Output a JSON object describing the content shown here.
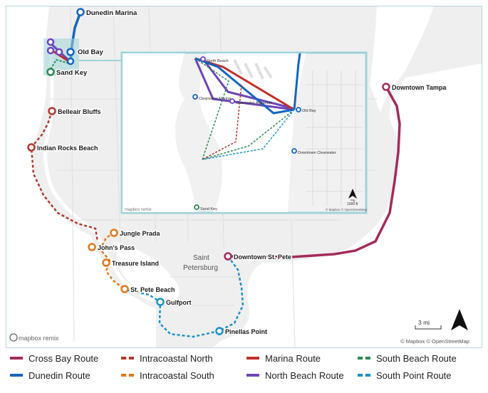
{
  "colors": {
    "cross_bay": "#a52a5c",
    "intracoastal_north": "#b0392f",
    "intracoastal_south": "#e07a1f",
    "marina": "#c0302b",
    "dunedin": "#1565c0",
    "north_beach": "#6e45b8",
    "south_beach": "#2e8b57",
    "south_point": "#1e90c8",
    "water": "#ffffff",
    "land": "#efefef",
    "inset_border": "#9fd3d8"
  },
  "stops": {
    "dunedin_marina": "Dunedin Marina",
    "old_bay": "Old Bay",
    "sand_key": "Sand Key",
    "belleair_bluffs": "Belleair Bluffs",
    "indian_rocks_beach": "Indian Rocks Beach",
    "jungle_prada": "Jungle Prada",
    "johns_pass": "John's Pass",
    "treasure_island": "Treasure Island",
    "st_pete_beach": "St. Pete Beach",
    "gulfport": "Gulfport",
    "pinellas_point": "Pinellas Point",
    "downtown_st_pete": "Downtown St. Pete",
    "downtown_tampa": "Downtown Tampa"
  },
  "city_label": {
    "line1": "Saint",
    "line2": "Petersburg"
  },
  "inset": {
    "north_beach": "North Beach",
    "clearwater_marina": "Clearwater Marina",
    "clearwater_aquarium": "Clearwater Aquarium",
    "old_bay": "Old Bay",
    "downtown_clearwater": "Downtown Clearwater",
    "sand_key": "Sand Key",
    "scale": "1000 ft",
    "attribution": "© Mapbox © OpenStreetMap",
    "logo": "mapbox remix"
  },
  "map_footer": {
    "scale": "3 mi",
    "attribution": "© Mapbox © OpenStreetMap",
    "logo": "mapbox remix"
  },
  "legend": [
    {
      "label": "Cross Bay Route",
      "color_key": "cross_bay",
      "dashed": false
    },
    {
      "label": "Intracoastal North",
      "color_key": "intracoastal_north",
      "dashed": true
    },
    {
      "label": "Marina Route",
      "color_key": "marina",
      "dashed": false
    },
    {
      "label": "South Beach Route",
      "color_key": "south_beach",
      "dashed": true
    },
    {
      "label": "Dunedin Route",
      "color_key": "dunedin",
      "dashed": false
    },
    {
      "label": "Intracoastal South",
      "color_key": "intracoastal_south",
      "dashed": true
    },
    {
      "label": "North Beach Route",
      "color_key": "north_beach",
      "dashed": false
    },
    {
      "label": "South Point Route",
      "color_key": "south_point",
      "dashed": true
    }
  ]
}
